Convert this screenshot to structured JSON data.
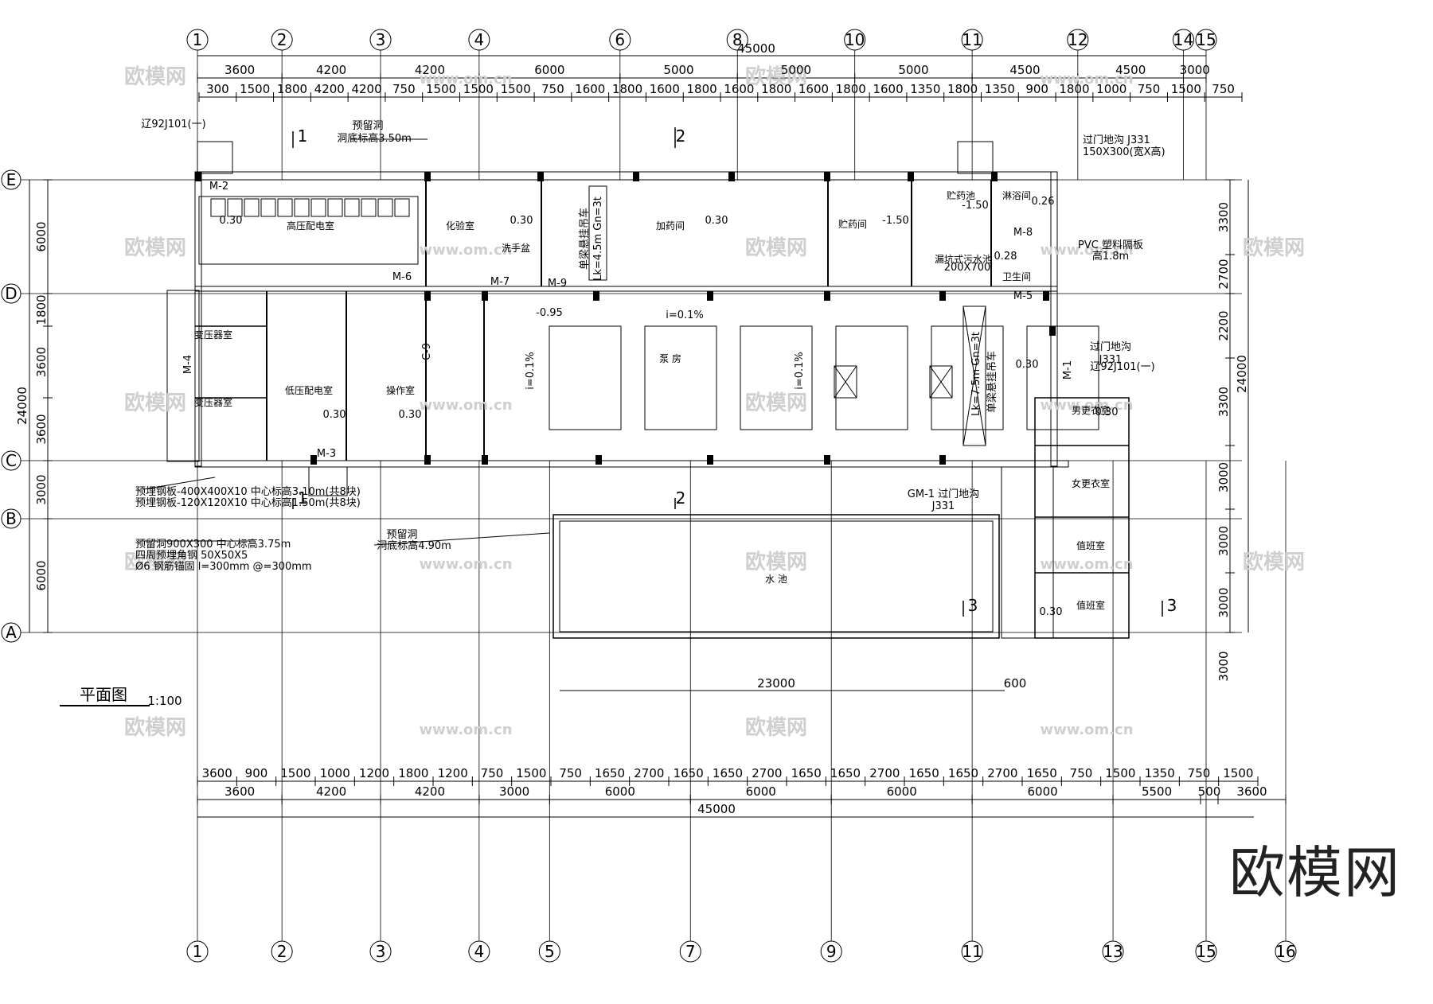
{
  "drawing": {
    "title": "平面图",
    "scale": "1:100",
    "brand": "欧模网",
    "watermark_cn": "欧模网",
    "watermark_url": "www.om.cn"
  },
  "axes": {
    "top": [
      "1",
      "2",
      "3",
      "4",
      "6",
      "8",
      "10",
      "11",
      "12",
      "14",
      "15"
    ],
    "bottom": [
      "1",
      "2",
      "3",
      "4",
      "5",
      "7",
      "9",
      "11",
      "13",
      "15",
      "16"
    ],
    "left": [
      "E",
      "D",
      "C",
      "B",
      "A"
    ]
  },
  "dimensions": {
    "top_total": "45000",
    "top_row1": [
      "3600",
      "4200",
      "4200",
      "6000",
      "5000",
      "5000",
      "5000",
      "4500",
      "4500",
      "3000"
    ],
    "top_row2": [
      "300",
      "1500",
      "1800",
      "4200",
      "4200",
      "750",
      "1500",
      "1500",
      "1500",
      "750",
      "1600",
      "1800",
      "1600",
      "1800",
      "1600",
      "1800",
      "1600",
      "1800",
      "1600",
      "1350",
      "1800",
      "1350",
      "900",
      "1800",
      "1000",
      "750",
      "1500",
      "750"
    ],
    "bottom_row1": [
      "3600",
      "900",
      "1500",
      "1000",
      "1200",
      "1800",
      "1200",
      "750",
      "1500",
      "750",
      "1650",
      "2700",
      "1650",
      "1650",
      "2700",
      "1650",
      "1650",
      "2700",
      "1650",
      "1650",
      "2700",
      "1650",
      "750",
      "1500",
      "1350",
      "750",
      "1500"
    ],
    "bottom_row2": [
      "3600",
      "4200",
      "4200",
      "3000",
      "6000",
      "6000",
      "6000",
      "6000",
      "5500",
      "500",
      "3600"
    ],
    "bottom_total": "45000",
    "left_total": "24000",
    "left_rows": [
      "6000",
      "1800",
      "3600",
      "3600",
      "3000",
      "6000"
    ],
    "right_total": "24000",
    "right_rows": [
      "3300",
      "2700",
      "2200",
      "3300",
      "3000",
      "3000",
      "3000",
      "3000"
    ],
    "pool_width": "23000",
    "pool_offset": "600"
  },
  "rooms": {
    "high_voltage": "高压配电室",
    "lab": "化验室",
    "dosing": "加药间",
    "storage": "贮药间",
    "shower": "淋浴间",
    "tank": "贮药池",
    "septic": "漏坑式污水池",
    "toilet": "卫生间",
    "transformer1": "变压器室",
    "transformer2": "变压器室",
    "low_voltage": "低压配电室",
    "control": "操作室",
    "pump_room": "泵 房",
    "mens_change": "男更衣室",
    "womens_change": "女更衣室",
    "duty1": "值班室",
    "duty2": "值班室",
    "pool": "水 池",
    "wash": "洗手盆"
  },
  "notes": {
    "ref_92j": "辽92J101(一)",
    "ref_92j_right": "辽92J101(一)",
    "hole1_a": "预留洞",
    "hole1_b": "洞底标高3.50m",
    "hole2_a": "预留洞",
    "hole2_b": "洞底标高4.90m",
    "steel_plate1": "预埋钢板-400X400X10 中心标高3.10m(共8块)",
    "steel_plate2": "预埋钢板-120X120X10 中心标高1.50m(共8块)",
    "hole3_a": "预留洞900X300 中心标高3.75m",
    "hole3_b": "四周预埋角钢 50X50X5",
    "hole3_c": "Ø6 钢筋锚固 l=300mm @=300mm",
    "crane1": "Lk=4.5m Gn=3t",
    "crane1_label": "单梁悬挂吊车",
    "crane2": "Lk=7.5m Gn=3t",
    "crane2_label": "单梁悬挂吊车",
    "lintel_top": "过门地沟 J331",
    "lintel_top2": "150X300(宽X高)",
    "lintel_right": "过门地沟",
    "lintel_right2": "J331",
    "lintel_bottom": "GM-1 过门地沟",
    "lintel_bottom2": "J331",
    "pvc": "PVC 塑料隔板",
    "pvc2": "高1.8m",
    "slope": "i=0.1%",
    "elev_030": "0.30",
    "elev_m150": "-1.50",
    "elev_m095": "-0.95",
    "elev_028": "0.28",
    "elev_026": "0.26",
    "tank_size": "200X700",
    "c9": "C-9",
    "m1": "M-1",
    "m2": "M-2",
    "m3": "M-3",
    "m4": "M-4",
    "m5": "M-5",
    "m6": "M-6",
    "m7": "M-7",
    "m8": "M-8",
    "m9": "M-9"
  },
  "sections": [
    "1",
    "2",
    "3"
  ]
}
